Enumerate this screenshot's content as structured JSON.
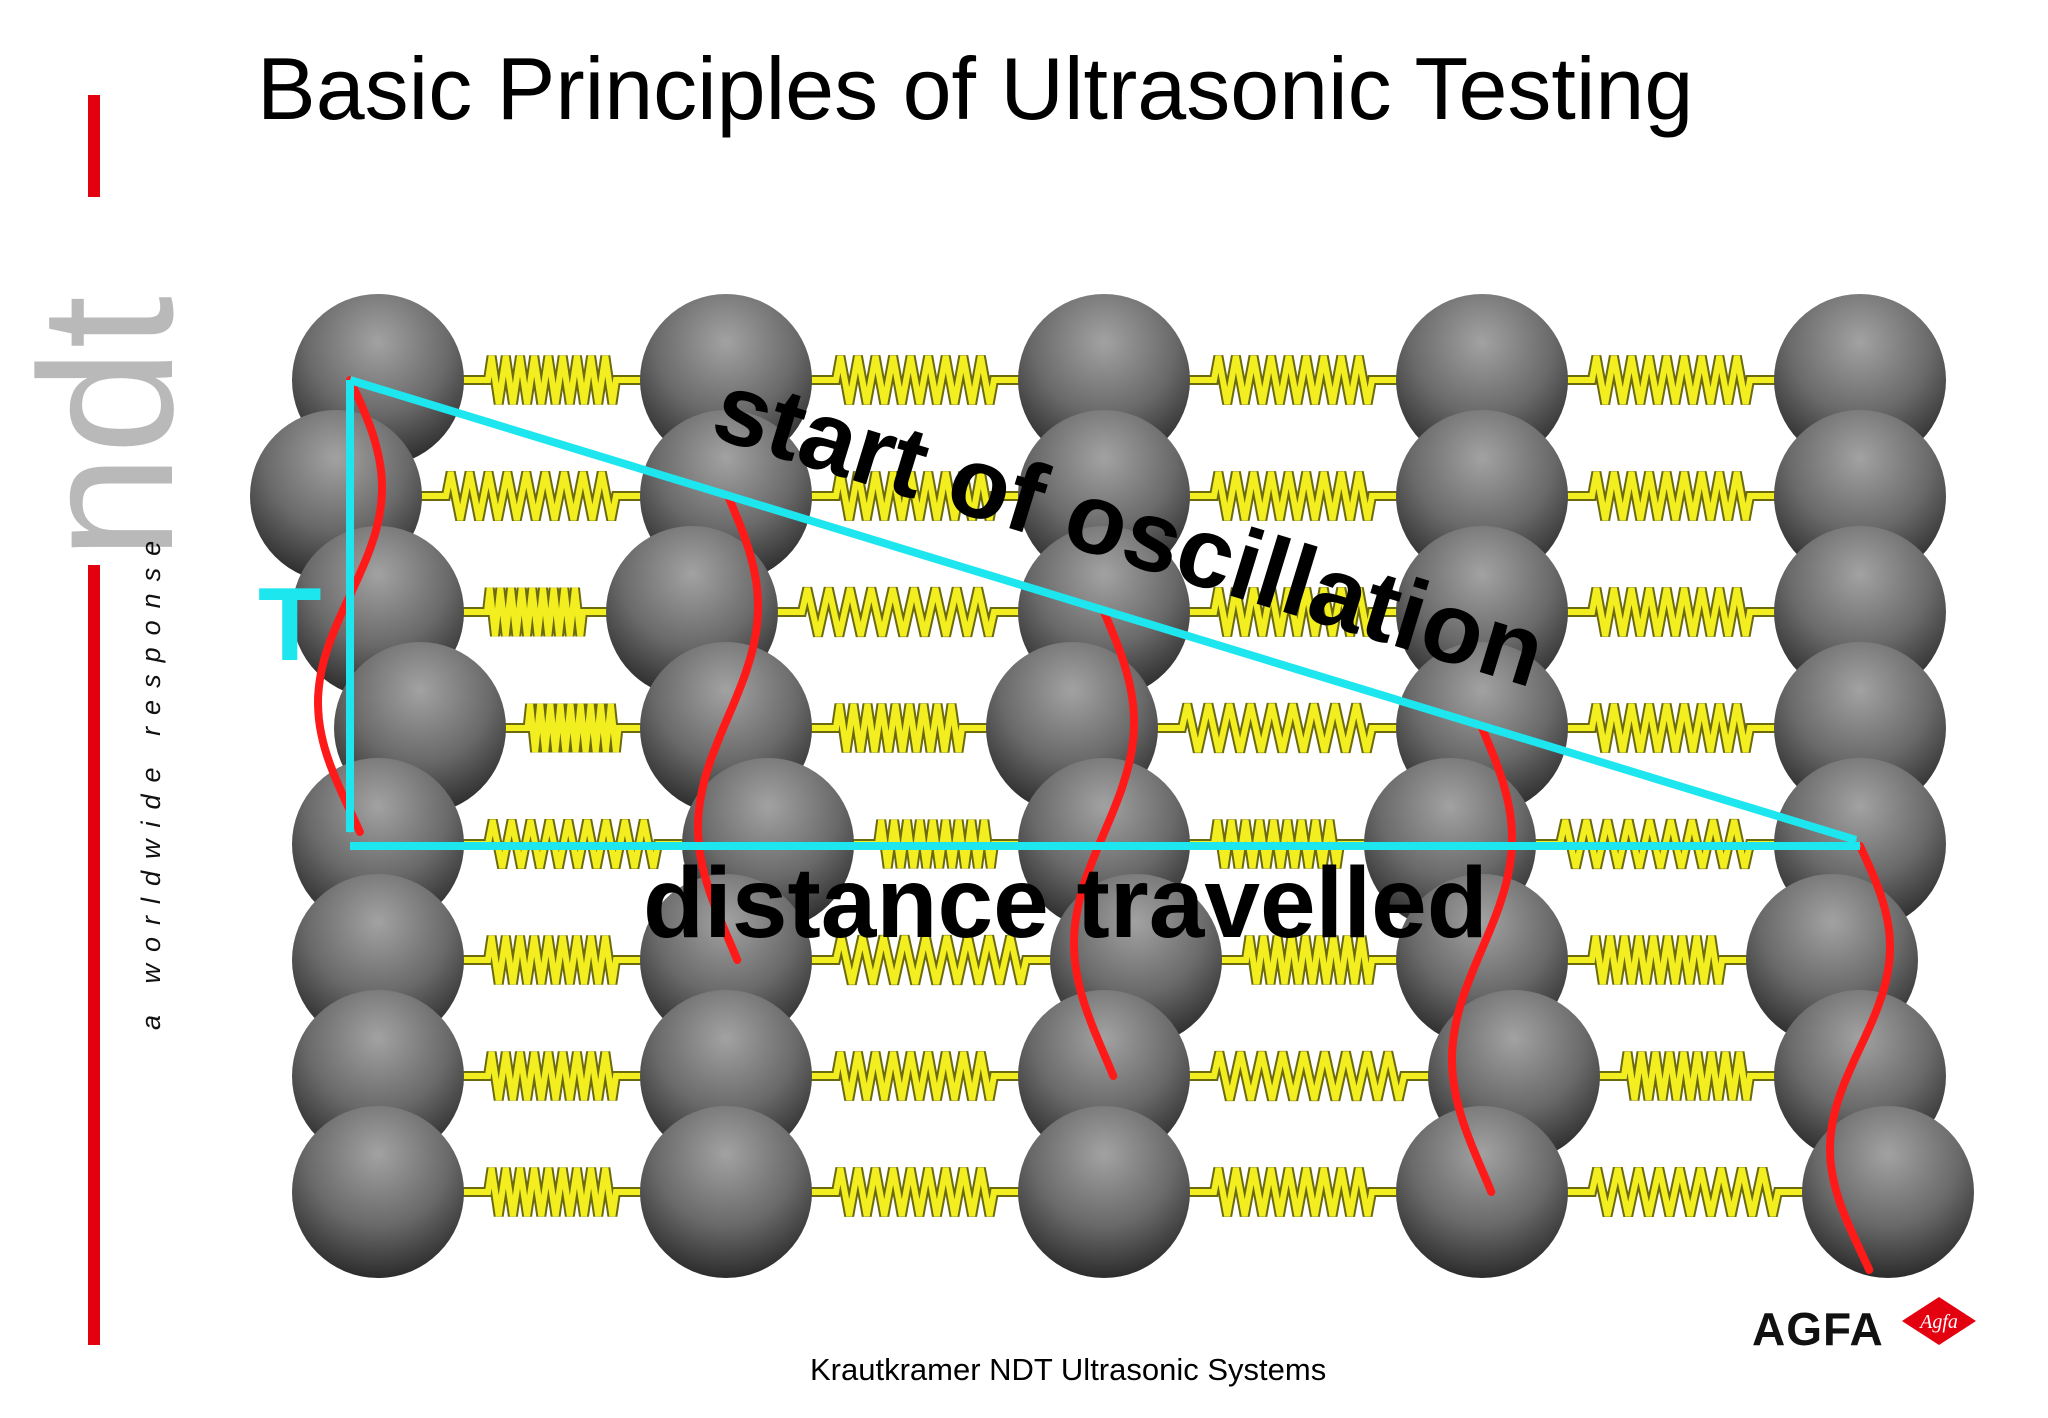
{
  "slide": {
    "title": "Basic Principles of Ultrasonic Testing",
    "footer": "Krautkramer NDT Ultrasonic Systems"
  },
  "branding": {
    "logo_text": "ndt",
    "tagline": "a worldwide response",
    "company": "AGFA",
    "company_badge": "Agfa"
  },
  "diagram": {
    "labels": {
      "period": "T",
      "oscillation": "start of oscillation",
      "distance": "distance travelled"
    },
    "particle_columns": 5,
    "particle_rows": 8
  },
  "colors": {
    "particle_light": "#9a9a9a",
    "particle_dark": "#2a2a2a",
    "spring": "#f2ee1f",
    "wave": "#ff1a1a",
    "arrow": "#1ee6ef",
    "logo_red": "#e3000f",
    "logo_gray": "#b9b9b9"
  }
}
